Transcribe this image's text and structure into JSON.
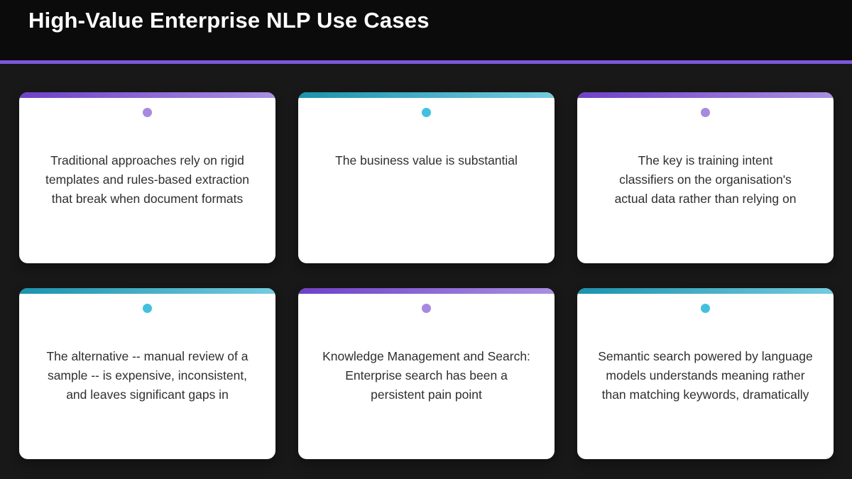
{
  "header": {
    "title": "High-Value Enterprise NLP Use Cases"
  },
  "colors": {
    "page_bg": "#181818",
    "header_bg": "#0b0b0b",
    "divider": "#7a58da",
    "card_bg": "#ffffff",
    "card_text": "#2f2f2f"
  },
  "accents": {
    "purple": {
      "gradient_start": "#6e40c8",
      "gradient_end": "#a98fe2",
      "dot": "#a78ae0"
    },
    "teal": {
      "gradient_start": "#1b92ad",
      "gradient_end": "#74cbdf",
      "dot": "#44c0df"
    }
  },
  "cards": [
    {
      "accent": "purple",
      "text": "Traditional approaches rely on rigid\ntemplates and rules-based extraction\nthat break when document formats"
    },
    {
      "accent": "teal",
      "text": "The business value is substantial"
    },
    {
      "accent": "purple",
      "text": "The key is training intent\nclassifiers on the organisation's\nactual data rather than relying on"
    },
    {
      "accent": "teal",
      "text": "The alternative -- manual review of a\nsample -- is expensive, inconsistent,\nand leaves significant gaps in"
    },
    {
      "accent": "purple",
      "text": "Knowledge Management and Search:\nEnterprise search has been a\npersistent pain point"
    },
    {
      "accent": "teal",
      "text": "Semantic search powered by language\nmodels understands meaning rather\nthan matching keywords, dramatically"
    }
  ]
}
